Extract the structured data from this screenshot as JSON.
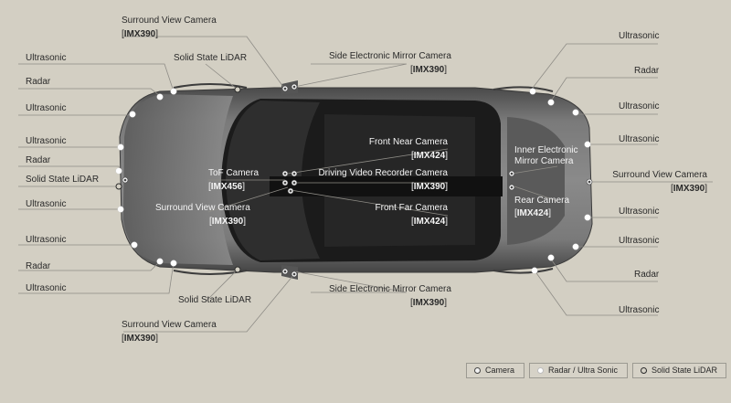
{
  "labels": {
    "surround_top": {
      "name": "Surround View Camera",
      "code": "IMX390"
    },
    "ultrasonic": "Ultrasonic",
    "radar": "Radar",
    "lidar": "Solid State LiDAR",
    "side_mirror_top": {
      "name": "Side Electronic Mirror Camera",
      "code": "IMX390"
    },
    "tof": {
      "name": "ToF Camera",
      "code": "IMX456"
    },
    "surround_front": {
      "name": "Surround View Camera",
      "code": "IMX390"
    },
    "front_near": {
      "name": "Front Near Camera",
      "code": "IMX424"
    },
    "driving_video": {
      "name": "Driving Video Recorder Camera",
      "code": "IMX390"
    },
    "front_far": {
      "name": "Front Far Camera",
      "code": "IMX424"
    },
    "inner_mirror": {
      "line1": "Inner Electronic",
      "line2": "Mirror Camera"
    },
    "rear_camera": {
      "name": "Rear Camera",
      "code": "IMX424"
    },
    "surround_rear": {
      "name": "Surround View Camera",
      "code": "IMX390"
    },
    "side_mirror_bottom": {
      "name": "Side Electronic Mirror Camera",
      "code": "IMX390"
    },
    "surround_bottom": {
      "name": "Surround View Camera",
      "code": "IMX390"
    }
  },
  "legend": {
    "camera": "Camera",
    "radar_ultrasonic": "Radar / Ultra Sonic",
    "lidar": "Solid State LiDAR"
  },
  "colors": {
    "background": "#d3cfc3",
    "body": "#5e5e5e",
    "glass": "#1b1b1b",
    "leader": "#8e8c86"
  }
}
